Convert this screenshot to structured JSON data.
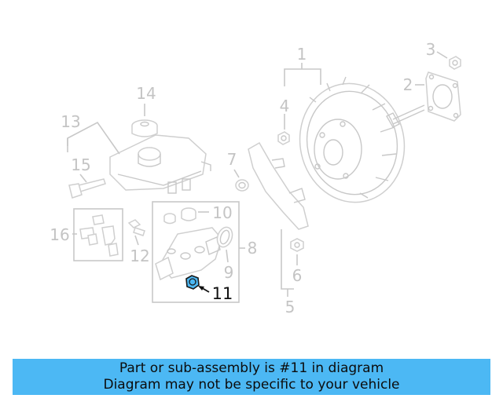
{
  "diagram": {
    "callouts": {
      "c1": "1",
      "c2": "2",
      "c3": "3",
      "c4": "4",
      "c5": "5",
      "c6": "6",
      "c7": "7",
      "c8": "8",
      "c9": "9",
      "c10": "10",
      "c11": "11",
      "c12": "12",
      "c13": "13",
      "c14": "14",
      "c15": "15",
      "c16": "16"
    },
    "highlighted_part": "11",
    "highlight_color": "#4cb8f4",
    "line_color": "#c8c8c8"
  },
  "banner": {
    "line1": "Part or sub-assembly is #11 in diagram",
    "line2": "Diagram may not be specific to your vehicle",
    "background": "#4cb8f4"
  }
}
